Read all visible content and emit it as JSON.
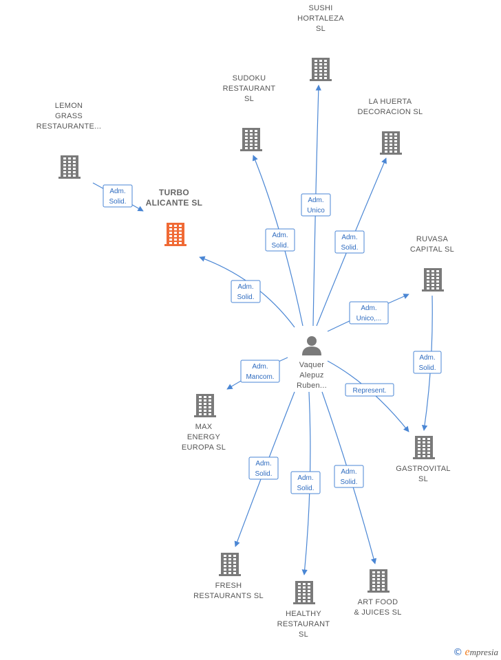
{
  "colors": {
    "building": "#7a7a7a",
    "focus_building": "#f06a35",
    "person": "#7a7a7a",
    "edge": "#4a86d4",
    "edge_text": "#2e6bbf"
  },
  "person": {
    "lines": [
      "Vaquer",
      "Alepuz",
      "Ruben..."
    ],
    "icon": "person-icon"
  },
  "companies": [
    {
      "id": "sushi",
      "lines": [
        "SUSHI",
        "HORTALEZA",
        "SL"
      ],
      "focus": false
    },
    {
      "id": "sudoku",
      "lines": [
        "SUDOKU",
        "RESTAURANT",
        "SL"
      ],
      "focus": false
    },
    {
      "id": "lahuerta",
      "lines": [
        "LA HUERTA",
        "DECORACION SL"
      ],
      "focus": false
    },
    {
      "id": "lemon",
      "lines": [
        "LEMON",
        "GRASS",
        "RESTAURANTE..."
      ],
      "focus": false
    },
    {
      "id": "turbo",
      "lines": [
        "TURBO",
        "ALICANTE  SL"
      ],
      "focus": true
    },
    {
      "id": "ruvasa",
      "lines": [
        "RUVASA",
        "CAPITAL  SL"
      ],
      "focus": false
    },
    {
      "id": "max",
      "lines": [
        "MAX",
        "ENERGY",
        "EUROPA SL"
      ],
      "focus": false
    },
    {
      "id": "gastrovital",
      "lines": [
        "GASTROVITAL",
        "SL"
      ],
      "focus": false
    },
    {
      "id": "fresh",
      "lines": [
        "FRESH",
        "RESTAURANTS SL"
      ],
      "focus": false
    },
    {
      "id": "healthy",
      "lines": [
        "HEALTHY",
        "RESTAURANT",
        "SL"
      ],
      "focus": false
    },
    {
      "id": "artfood",
      "lines": [
        "ART FOOD",
        "& JUICES  SL"
      ],
      "focus": false
    }
  ],
  "edges": [
    {
      "from": "person",
      "to": "sushi",
      "label": [
        "Adm.",
        "Unico"
      ]
    },
    {
      "from": "person",
      "to": "sudoku",
      "label": [
        "Adm.",
        "Solid."
      ]
    },
    {
      "from": "person",
      "to": "lahuerta",
      "label": [
        "Adm.",
        "Solid."
      ]
    },
    {
      "from": "lemon",
      "to": "turbo",
      "label": [
        "Adm.",
        "Solid."
      ]
    },
    {
      "from": "person",
      "to": "turbo",
      "label": [
        "Adm.",
        "Solid."
      ]
    },
    {
      "from": "person",
      "to": "ruvasa",
      "label": [
        "Adm.",
        "Unico,..."
      ]
    },
    {
      "from": "ruvasa",
      "to": "gastrovital",
      "label": [
        "Adm.",
        "Solid."
      ]
    },
    {
      "from": "person",
      "to": "max",
      "label": [
        "Adm.",
        "Mancom."
      ]
    },
    {
      "from": "person",
      "to": "gastrovital",
      "label": [
        "Represent."
      ]
    },
    {
      "from": "person",
      "to": "fresh",
      "label": [
        "Adm.",
        "Solid."
      ]
    },
    {
      "from": "person",
      "to": "healthy",
      "label": [
        "Adm.",
        "Solid."
      ]
    },
    {
      "from": "person",
      "to": "artfood",
      "label": [
        "Adm.",
        "Solid."
      ]
    }
  ],
  "footer": {
    "copyright": "©",
    "brand_initial": "e",
    "brand_rest": "mpresia"
  }
}
